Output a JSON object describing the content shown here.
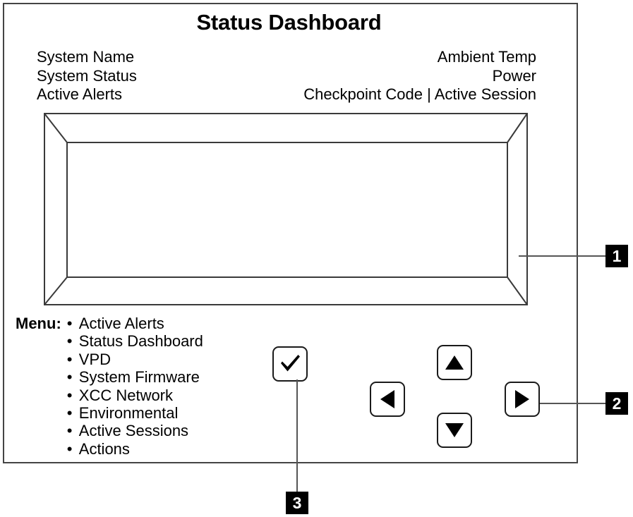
{
  "panel": {
    "title": "Status Dashboard",
    "header_left": [
      "System Name",
      "System Status",
      "Active Alerts"
    ],
    "header_right": [
      "Ambient Temp",
      "Power",
      "Checkpoint Code | Active Session"
    ],
    "menu": {
      "label": "Menu:",
      "bullet": "•",
      "items": [
        "Active Alerts",
        "Status Dashboard",
        "VPD",
        "System Firmware",
        "XCC Network",
        "Environmental",
        "Active Sessions",
        "Actions"
      ]
    },
    "buttons": [
      {
        "name": "select",
        "glyph": "checkmark"
      },
      {
        "name": "up",
        "glyph": "triangle-up"
      },
      {
        "name": "left",
        "glyph": "triangle-left"
      },
      {
        "name": "right",
        "glyph": "triangle-right"
      },
      {
        "name": "down",
        "glyph": "triangle-down"
      }
    ]
  },
  "callouts": [
    {
      "number": "1",
      "refers_to": "lcd-display"
    },
    {
      "number": "2",
      "refers_to": "scroll-buttons"
    },
    {
      "number": "3",
      "refers_to": "select-button"
    }
  ],
  "colors": {
    "ink": "#000000",
    "line": "#555555",
    "panel_border": "#444444",
    "callout_bg": "#000000",
    "callout_text": "#ffffff",
    "background": "#ffffff"
  }
}
